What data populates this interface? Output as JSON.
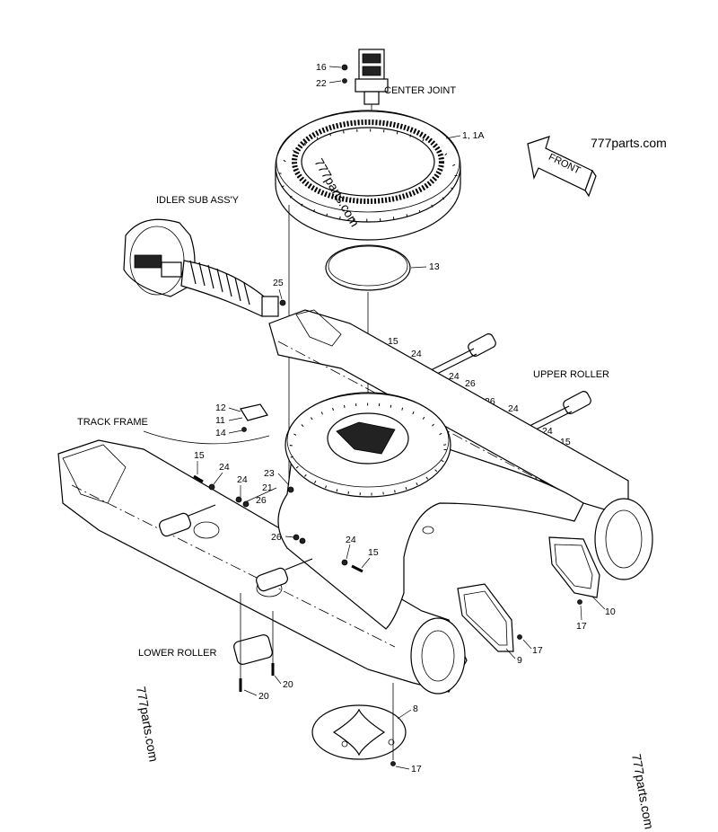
{
  "titles": {
    "center_joint": "CENTER JOINT",
    "idler": "IDLER SUB ASS'Y",
    "upper_roller": "UPPER ROLLER",
    "track_frame": "TRACK FRAME",
    "lower_roller": "LOWER ROLLER"
  },
  "front_arrow": "FRONT",
  "watermarks": [
    "777parts.com",
    "777parts.com",
    "777parts.com",
    "777parts.com"
  ],
  "callouts": {
    "c16": "16",
    "c22": "22",
    "c1": "1, 1A",
    "c13": "13",
    "c25": "25",
    "c15a": "15",
    "c24a": "24",
    "c24b": "24",
    "c26a": "26",
    "c26b": "26",
    "c24c": "24",
    "c24d": "24",
    "c15b": "15",
    "c12": "12",
    "c11": "11",
    "c14": "14",
    "c15c": "15",
    "c24e": "24",
    "c24f": "24",
    "c21": "21",
    "c23": "23",
    "c26c": "26",
    "c26d": "26",
    "c24g": "24",
    "c15d": "15",
    "c10": "10",
    "c17a": "17",
    "c9": "9",
    "c17b": "17",
    "c8": "8",
    "c17c": "17",
    "c20a": "20",
    "c20b": "20"
  }
}
